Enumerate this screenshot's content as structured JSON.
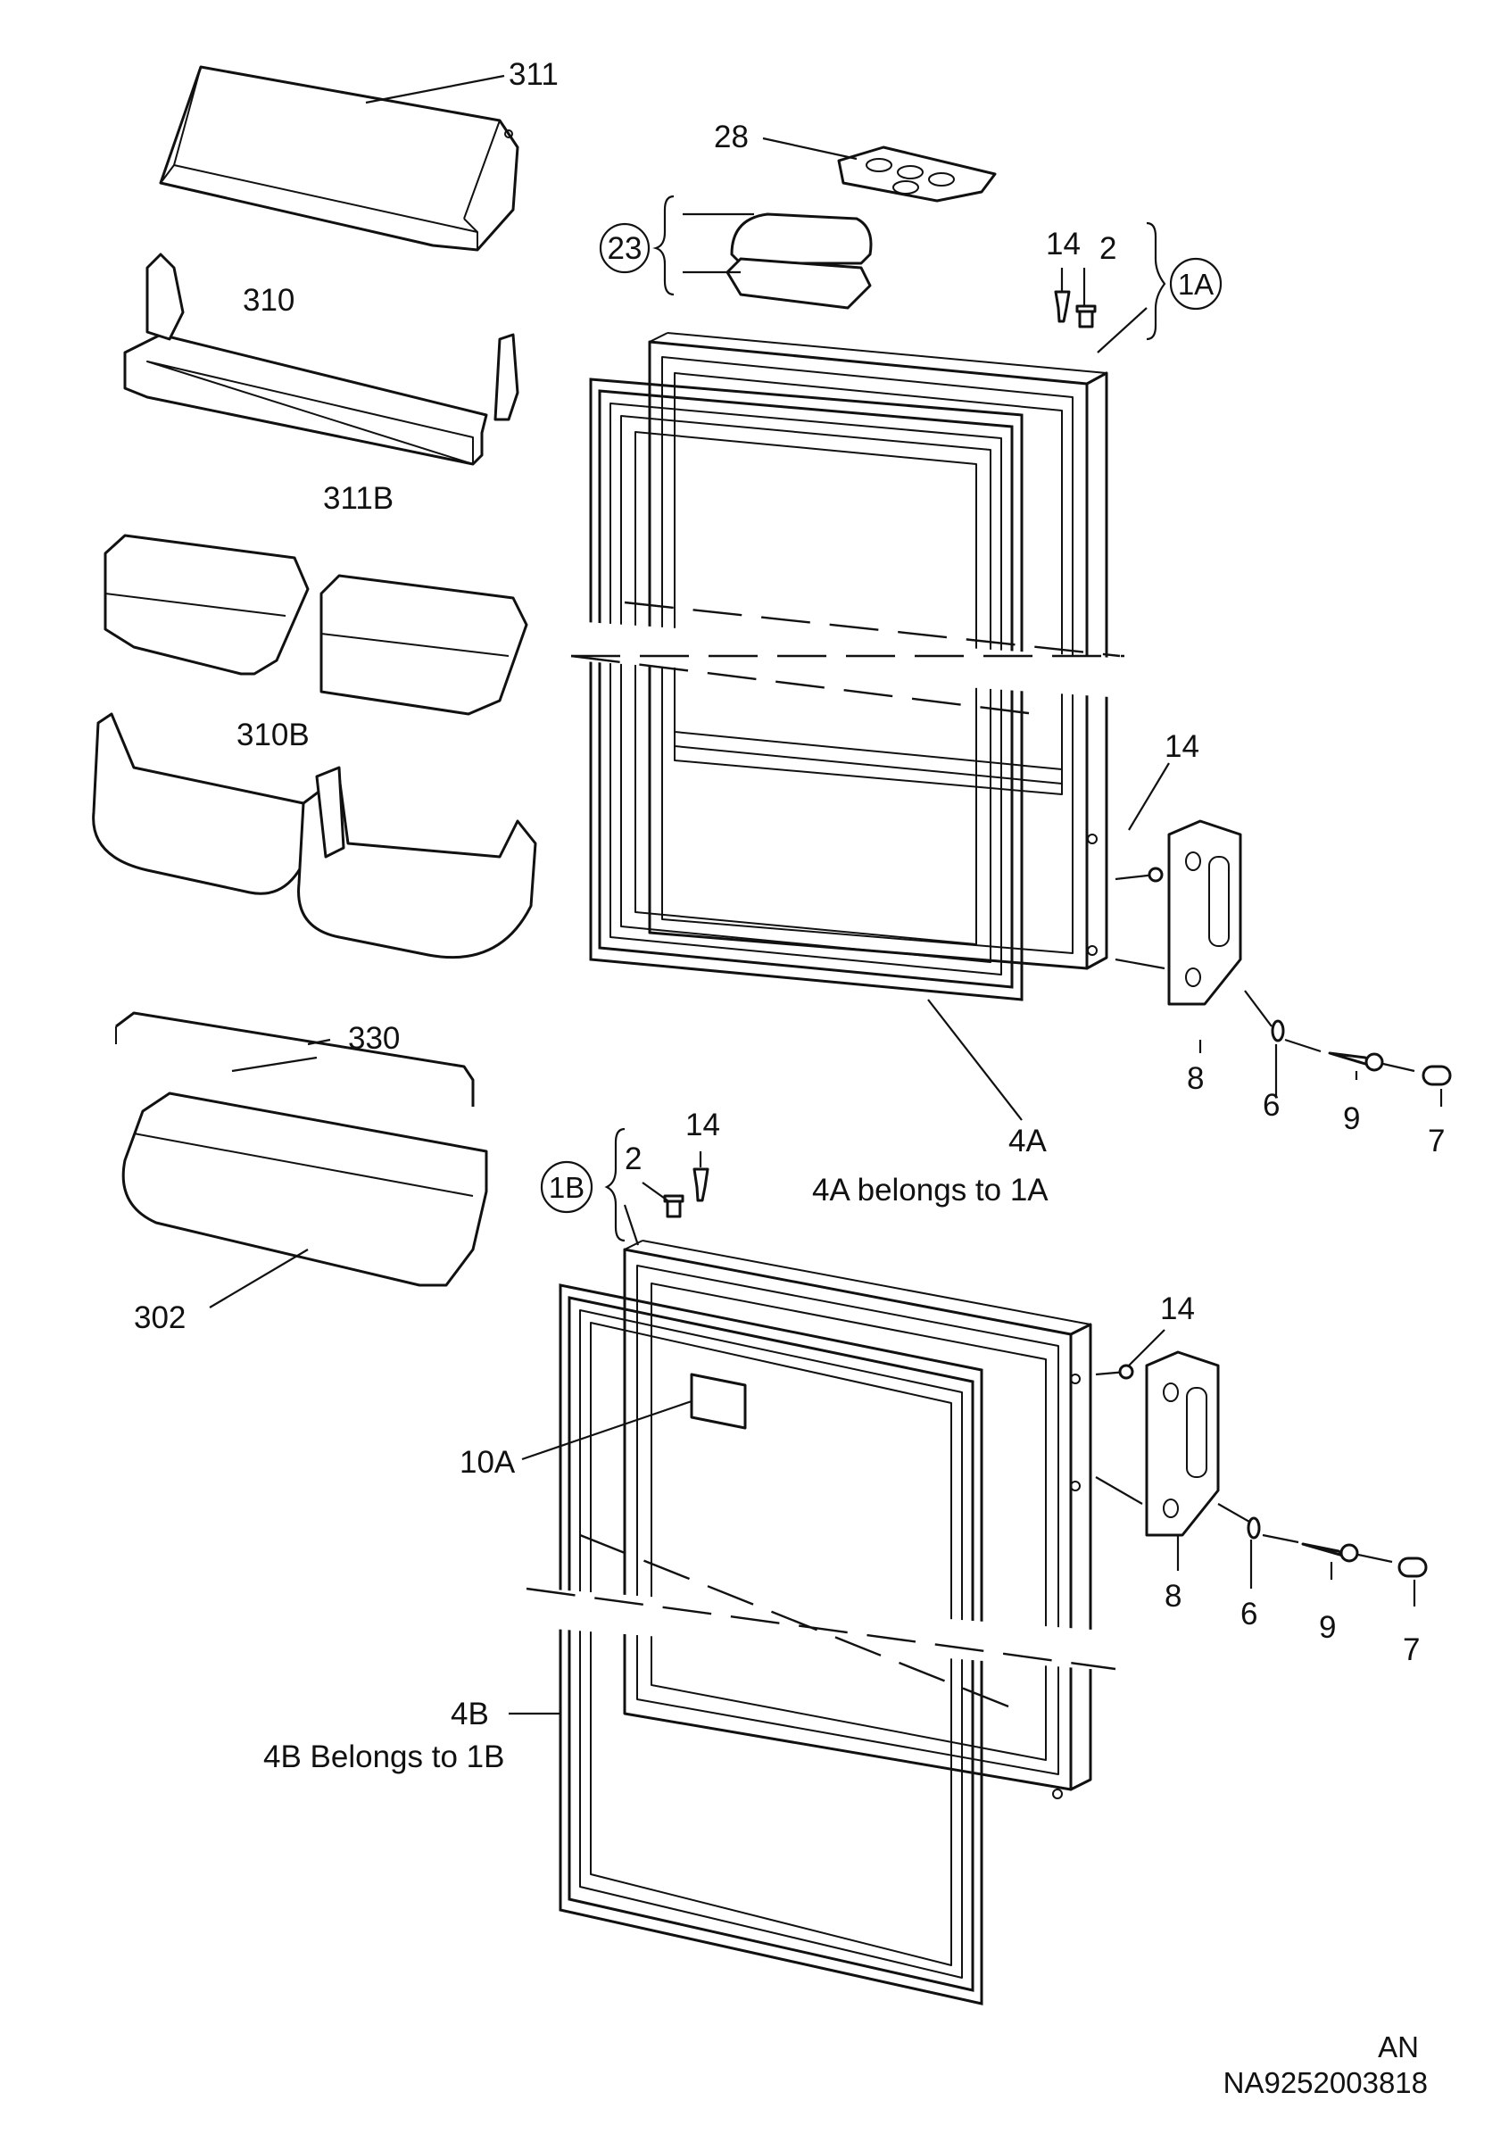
{
  "callouts": {
    "c311": "311",
    "c28": "28",
    "c23": "23",
    "c14_top": "14",
    "c2_top": "2",
    "c1A": "1A",
    "c310": "310",
    "c311B": "311B",
    "c310B": "310B",
    "c14_upper_hinge": "14",
    "c8_upper": "8",
    "c6_upper": "6",
    "c9_upper": "9",
    "c7_upper": "7",
    "c330": "330",
    "c4A": "4A",
    "c4A_note": "4A belongs to 1A",
    "c14_lower_top": "14",
    "c2_lower": "2",
    "c1B": "1B",
    "c302": "302",
    "c14_lower_hinge": "14",
    "c10A": "10A",
    "c8_lower": "8",
    "c6_lower": "6",
    "c9_lower": "9",
    "c7_lower": "7",
    "c4B": "4B",
    "c4B_note": "4B  Belongs to 1B"
  },
  "footer": {
    "code": "AN",
    "drawing_number": "NA9252003818"
  }
}
